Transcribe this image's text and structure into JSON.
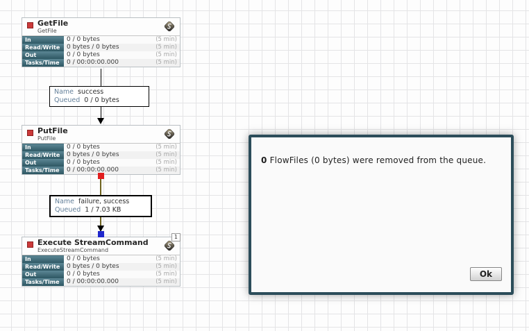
{
  "canvas": {
    "grid_color": "#e4e4e6",
    "background_color": "#fdfdfd"
  },
  "colors": {
    "stopped_state_red": "#cb3a3a",
    "stats_label_background": "#3f6b78",
    "connection_line": "#000000",
    "selected_connection_line": "#6f6420",
    "source_endpoint_red": "#e11f1f",
    "destination_endpoint_blue": "#1f27cc",
    "dialog_border": "#2c4d5a"
  },
  "processors": [
    {
      "name": "GetFile",
      "type": "GetFile",
      "state": "stopped",
      "stats": [
        {
          "label": "In",
          "value": "0 / 0 bytes",
          "window": "(5 min)"
        },
        {
          "label": "Read/Write",
          "value": "0 bytes / 0 bytes",
          "window": "(5 min)"
        },
        {
          "label": "Out",
          "value": "0 / 0 bytes",
          "window": "(5 min)"
        },
        {
          "label": "Tasks/Time",
          "value": "0 / 00:00:00.000",
          "window": "(5 min)"
        }
      ]
    },
    {
      "name": "PutFile",
      "type": "PutFile",
      "state": "stopped",
      "stats": [
        {
          "label": "In",
          "value": "0 / 0 bytes",
          "window": "(5 min)"
        },
        {
          "label": "Read/Write",
          "value": "0 bytes / 0 bytes",
          "window": "(5 min)"
        },
        {
          "label": "Out",
          "value": "0 / 0 bytes",
          "window": "(5 min)"
        },
        {
          "label": "Tasks/Time",
          "value": "0 / 00:00:00.000",
          "window": "(5 min)"
        }
      ]
    },
    {
      "name": "Execute StreamCommand",
      "type": "ExecuteStreamCommand",
      "state": "stopped",
      "bulletin_count": "1",
      "stats": [
        {
          "label": "In",
          "value": "0 / 0 bytes",
          "window": "(5 min)"
        },
        {
          "label": "Read/Write",
          "value": "0 bytes / 0 bytes",
          "window": "(5 min)"
        },
        {
          "label": "Out",
          "value": "0 / 0 bytes",
          "window": "(5 min)"
        },
        {
          "label": "Tasks/Time",
          "value": "0 / 00:00:00.000",
          "window": "(5 min)"
        }
      ]
    }
  ],
  "connections": [
    {
      "name_key": "Name",
      "name": "success",
      "queued_key": "Queued",
      "queued": "0 / 0 bytes",
      "selected": false
    },
    {
      "name_key": "Name",
      "name": "failure, success",
      "queued_key": "Queued",
      "queued": "1 / 7.03 KB",
      "selected": true
    }
  ],
  "dialog": {
    "count": "0",
    "message": " FlowFiles (0 bytes) were removed from the queue.",
    "ok_label": "Ok"
  }
}
